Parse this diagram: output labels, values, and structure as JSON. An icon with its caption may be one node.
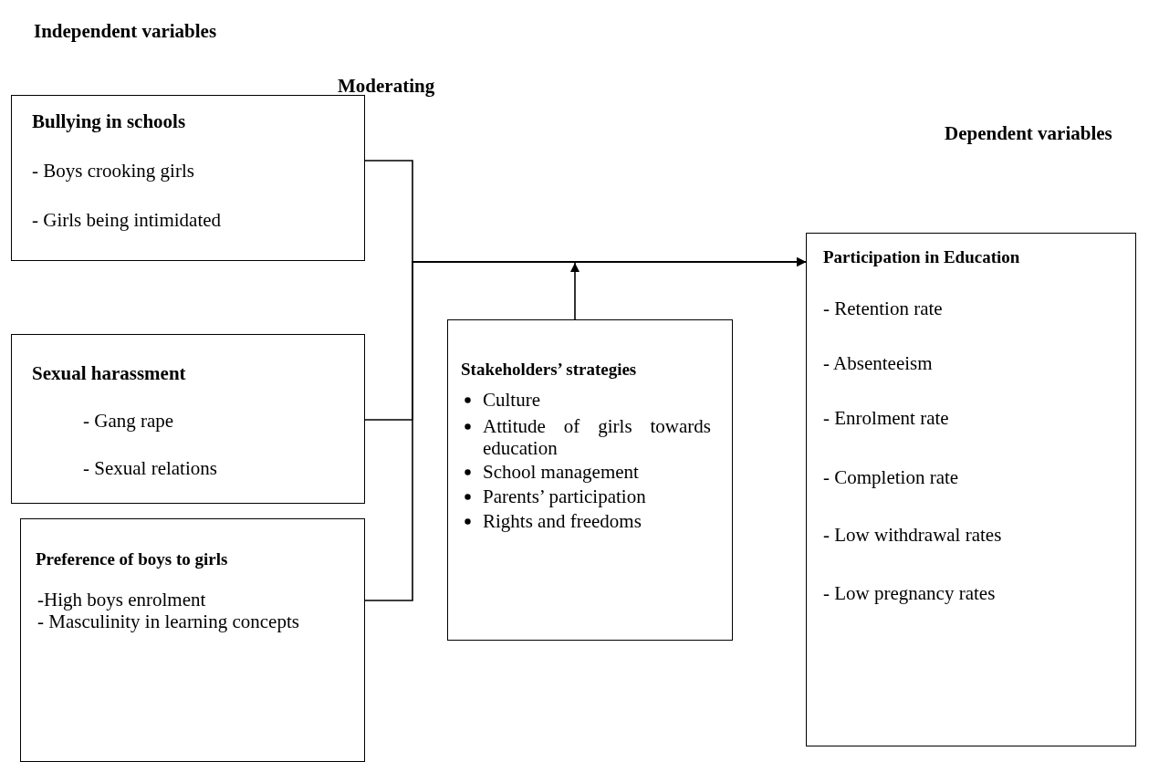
{
  "diagram": {
    "nodes": [
      {
        "text": [
          "Bullying in schools",
          "- Boys crooking  girls",
          "- Girls being intimidated"
        ]
      },
      {
        "text": [
          "Sexual harassment",
          "- Gang rape",
          "- Sexual relations"
        ]
      },
      {
        "text": [
          "Preference of boys to girls",
          "-High boys enrolment",
          "- Masculinity in learning concepts"
        ]
      },
      {
        "text": [
          "Stakeholders’ strategies",
          "Culture",
          "Attitude of girls towards education",
          "School management",
          "Parents’ participation",
          "Rights and freedoms"
        ]
      },
      {
        "text": [
          "Participation in Education",
          "- Retention rate",
          "- Absenteeism",
          "- Enrolment rate",
          "- Completion rate",
          "- Low withdrawal rates",
          "- Low pregnancy rates"
        ]
      }
    ],
    "edges": [
      {
        "from": 0,
        "to": 4,
        "arrow": "to"
      },
      {
        "from": 1,
        "to": 4,
        "arrow": "to"
      },
      {
        "from": 2,
        "to": 4,
        "arrow": "to"
      },
      {
        "from": 3,
        "to": null,
        "arrow": "to"
      }
    ],
    "labels": [
      "Independent variables",
      "Moderating",
      "Dependent variables"
    ]
  }
}
